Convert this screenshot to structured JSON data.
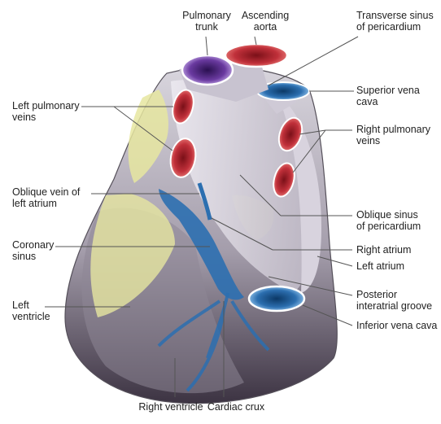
{
  "labels": {
    "pulmonary_trunk": [
      "Pulmonary",
      "trunk"
    ],
    "ascending_aorta": [
      "Ascending",
      "aorta"
    ],
    "transverse_sinus": [
      "Transverse sinus",
      "of pericardium"
    ],
    "left_pulmonary_veins": [
      "Left pulmonary",
      "veins"
    ],
    "superior_vena_cava": [
      "Superior vena",
      "cava"
    ],
    "right_pulmonary_veins": [
      "Right pulmonary",
      "veins"
    ],
    "oblique_vein": [
      "Oblique vein of",
      "left atrium"
    ],
    "oblique_sinus": [
      "Oblique sinus",
      "of pericardium"
    ],
    "coronary_sinus": [
      "Coronary",
      "sinus"
    ],
    "right_atrium": [
      "Right atrium"
    ],
    "left_atrium": [
      "Left atrium"
    ],
    "left_ventricle": [
      "Left",
      "ventricle"
    ],
    "posterior_interatrial_groove": [
      "Posterior",
      "interatrial groove"
    ],
    "inferior_vena_cava": [
      "Inferior vena cava"
    ],
    "right_ventricle": [
      "Right ventricle"
    ],
    "cardiac_crux": [
      "Cardiac crux"
    ]
  },
  "colors": {
    "heart_base": "#b8b3bd",
    "heart_dark": "#3a3240",
    "fat": "#e6e6a0",
    "artery_red": "#c0303a",
    "vein_blue": "#2c6fb0",
    "pulmonary_purple": "#6a3aa0"
  }
}
